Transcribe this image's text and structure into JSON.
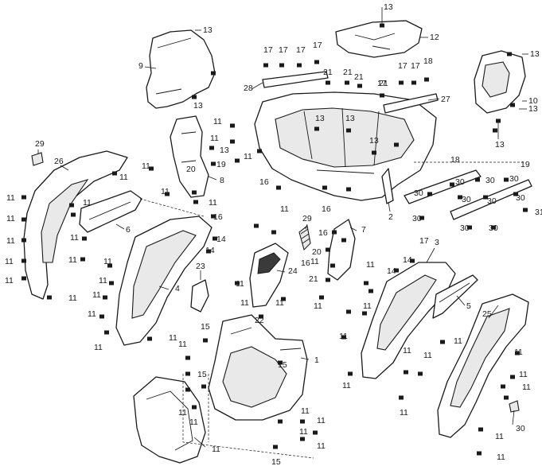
{
  "diagram": {
    "callouts": [
      {
        "id": "c1",
        "label": "1"
      },
      {
        "id": "c2",
        "label": "2"
      },
      {
        "id": "c3",
        "label": "3"
      },
      {
        "id": "c4",
        "label": "4"
      },
      {
        "id": "c5",
        "label": "5"
      },
      {
        "id": "c6",
        "label": "6"
      },
      {
        "id": "c7",
        "label": "7"
      },
      {
        "id": "c8",
        "label": "8"
      },
      {
        "id": "c9",
        "label": "9"
      },
      {
        "id": "c10",
        "label": "10"
      },
      {
        "id": "c12",
        "label": "12"
      },
      {
        "id": "c13a",
        "label": "13"
      },
      {
        "id": "c13b",
        "label": "13"
      },
      {
        "id": "c13c",
        "label": "13"
      },
      {
        "id": "c13d",
        "label": "13"
      },
      {
        "id": "c13e",
        "label": "13"
      },
      {
        "id": "c13f",
        "label": "13"
      },
      {
        "id": "c13g",
        "label": "13"
      },
      {
        "id": "c13h",
        "label": "13"
      },
      {
        "id": "c13i",
        "label": "13"
      },
      {
        "id": "c13j",
        "label": "13"
      },
      {
        "id": "c14a",
        "label": "14"
      },
      {
        "id": "c14b",
        "label": "14"
      },
      {
        "id": "c14c",
        "label": "14"
      },
      {
        "id": "c14d",
        "label": "14"
      },
      {
        "id": "c15a",
        "label": "15"
      },
      {
        "id": "c15b",
        "label": "15"
      },
      {
        "id": "c15c",
        "label": "15"
      },
      {
        "id": "c15d",
        "label": "15"
      },
      {
        "id": "c16a",
        "label": "16"
      },
      {
        "id": "c16b",
        "label": "16"
      },
      {
        "id": "c16c",
        "label": "16"
      },
      {
        "id": "c16d",
        "label": "16"
      },
      {
        "id": "c16e",
        "label": "16"
      },
      {
        "id": "c17a",
        "label": "17"
      },
      {
        "id": "c17b",
        "label": "17"
      },
      {
        "id": "c17c",
        "label": "17"
      },
      {
        "id": "c17d",
        "label": "17"
      },
      {
        "id": "c17e",
        "label": "17"
      },
      {
        "id": "c17f",
        "label": "17"
      },
      {
        "id": "c17g",
        "label": "17"
      },
      {
        "id": "c17h",
        "label": "17"
      },
      {
        "id": "c18a",
        "label": "18"
      },
      {
        "id": "c18b",
        "label": "18"
      },
      {
        "id": "c19a",
        "label": "19"
      },
      {
        "id": "c19b",
        "label": "19"
      },
      {
        "id": "c20a",
        "label": "20"
      },
      {
        "id": "c20b",
        "label": "20"
      },
      {
        "id": "c21a",
        "label": "21"
      },
      {
        "id": "c21b",
        "label": "21"
      },
      {
        "id": "c21c",
        "label": "21"
      },
      {
        "id": "c21d",
        "label": "21"
      },
      {
        "id": "c21e",
        "label": "21"
      },
      {
        "id": "c22",
        "label": "22"
      },
      {
        "id": "c23",
        "label": "23"
      },
      {
        "id": "c24",
        "label": "24"
      },
      {
        "id": "c25",
        "label": "25"
      },
      {
        "id": "c26",
        "label": "26"
      },
      {
        "id": "c27",
        "label": "27"
      },
      {
        "id": "c28",
        "label": "28"
      },
      {
        "id": "c29a",
        "label": "29"
      },
      {
        "id": "c29b",
        "label": "29"
      },
      {
        "id": "c30a",
        "label": "30"
      },
      {
        "id": "c30b",
        "label": "30"
      },
      {
        "id": "c30c",
        "label": "30"
      },
      {
        "id": "c30d",
        "label": "30"
      },
      {
        "id": "c30e",
        "label": "30"
      },
      {
        "id": "c30f",
        "label": "30"
      },
      {
        "id": "c30g",
        "label": "30"
      },
      {
        "id": "c30h",
        "label": "30"
      },
      {
        "id": "c30i",
        "label": "30"
      },
      {
        "id": "c30j",
        "label": "30"
      },
      {
        "id": "c30k",
        "label": "30"
      },
      {
        "id": "c31",
        "label": "31"
      },
      {
        "id": "c11a",
        "label": "11"
      },
      {
        "id": "c11b",
        "label": "11"
      },
      {
        "id": "c11c",
        "label": "11"
      },
      {
        "id": "c11d",
        "label": "11"
      },
      {
        "id": "c11e",
        "label": "11"
      },
      {
        "id": "c11f",
        "label": "11"
      },
      {
        "id": "c11g",
        "label": "11"
      },
      {
        "id": "c11h",
        "label": "11"
      },
      {
        "id": "c11i",
        "label": "11"
      },
      {
        "id": "c11j",
        "label": "11"
      },
      {
        "id": "c11k",
        "label": "11"
      },
      {
        "id": "c11l",
        "label": "11"
      },
      {
        "id": "c11m",
        "label": "11"
      },
      {
        "id": "c11n",
        "label": "11"
      },
      {
        "id": "c11o",
        "label": "11"
      },
      {
        "id": "c11p",
        "label": "11"
      },
      {
        "id": "c11q",
        "label": "11"
      },
      {
        "id": "c11r",
        "label": "11"
      },
      {
        "id": "c11s",
        "label": "11"
      },
      {
        "id": "c11t",
        "label": "11"
      },
      {
        "id": "c11u",
        "label": "11"
      },
      {
        "id": "c11v",
        "label": "11"
      },
      {
        "id": "c11w",
        "label": "11"
      },
      {
        "id": "c11x",
        "label": "11"
      },
      {
        "id": "c11y",
        "label": "11"
      },
      {
        "id": "c11z",
        "label": "11"
      },
      {
        "id": "c11aa",
        "label": "11"
      },
      {
        "id": "c11ab",
        "label": "11"
      },
      {
        "id": "c11ac",
        "label": "11"
      },
      {
        "id": "c11ad",
        "label": "11"
      },
      {
        "id": "c11ae",
        "label": "11"
      },
      {
        "id": "c11af",
        "label": "11"
      },
      {
        "id": "c11ag",
        "label": "11"
      },
      {
        "id": "c11ah",
        "label": "11"
      },
      {
        "id": "c11ai",
        "label": "11"
      },
      {
        "id": "c11aj",
        "label": "11"
      },
      {
        "id": "c11ak",
        "label": "11"
      },
      {
        "id": "c11al",
        "label": "11"
      },
      {
        "id": "c11am",
        "label": "11"
      },
      {
        "id": "c11an",
        "label": "11"
      },
      {
        "id": "c11ao",
        "label": "11"
      },
      {
        "id": "c11ap",
        "label": "11"
      },
      {
        "id": "c11aq",
        "label": "11"
      },
      {
        "id": "c11ar",
        "label": "11"
      },
      {
        "id": "c11as",
        "label": "11"
      },
      {
        "id": "c11at",
        "label": "11"
      },
      {
        "id": "c11au",
        "label": "11"
      },
      {
        "id": "c11av",
        "label": "11"
      },
      {
        "id": "c11aw",
        "label": "11"
      }
    ]
  }
}
